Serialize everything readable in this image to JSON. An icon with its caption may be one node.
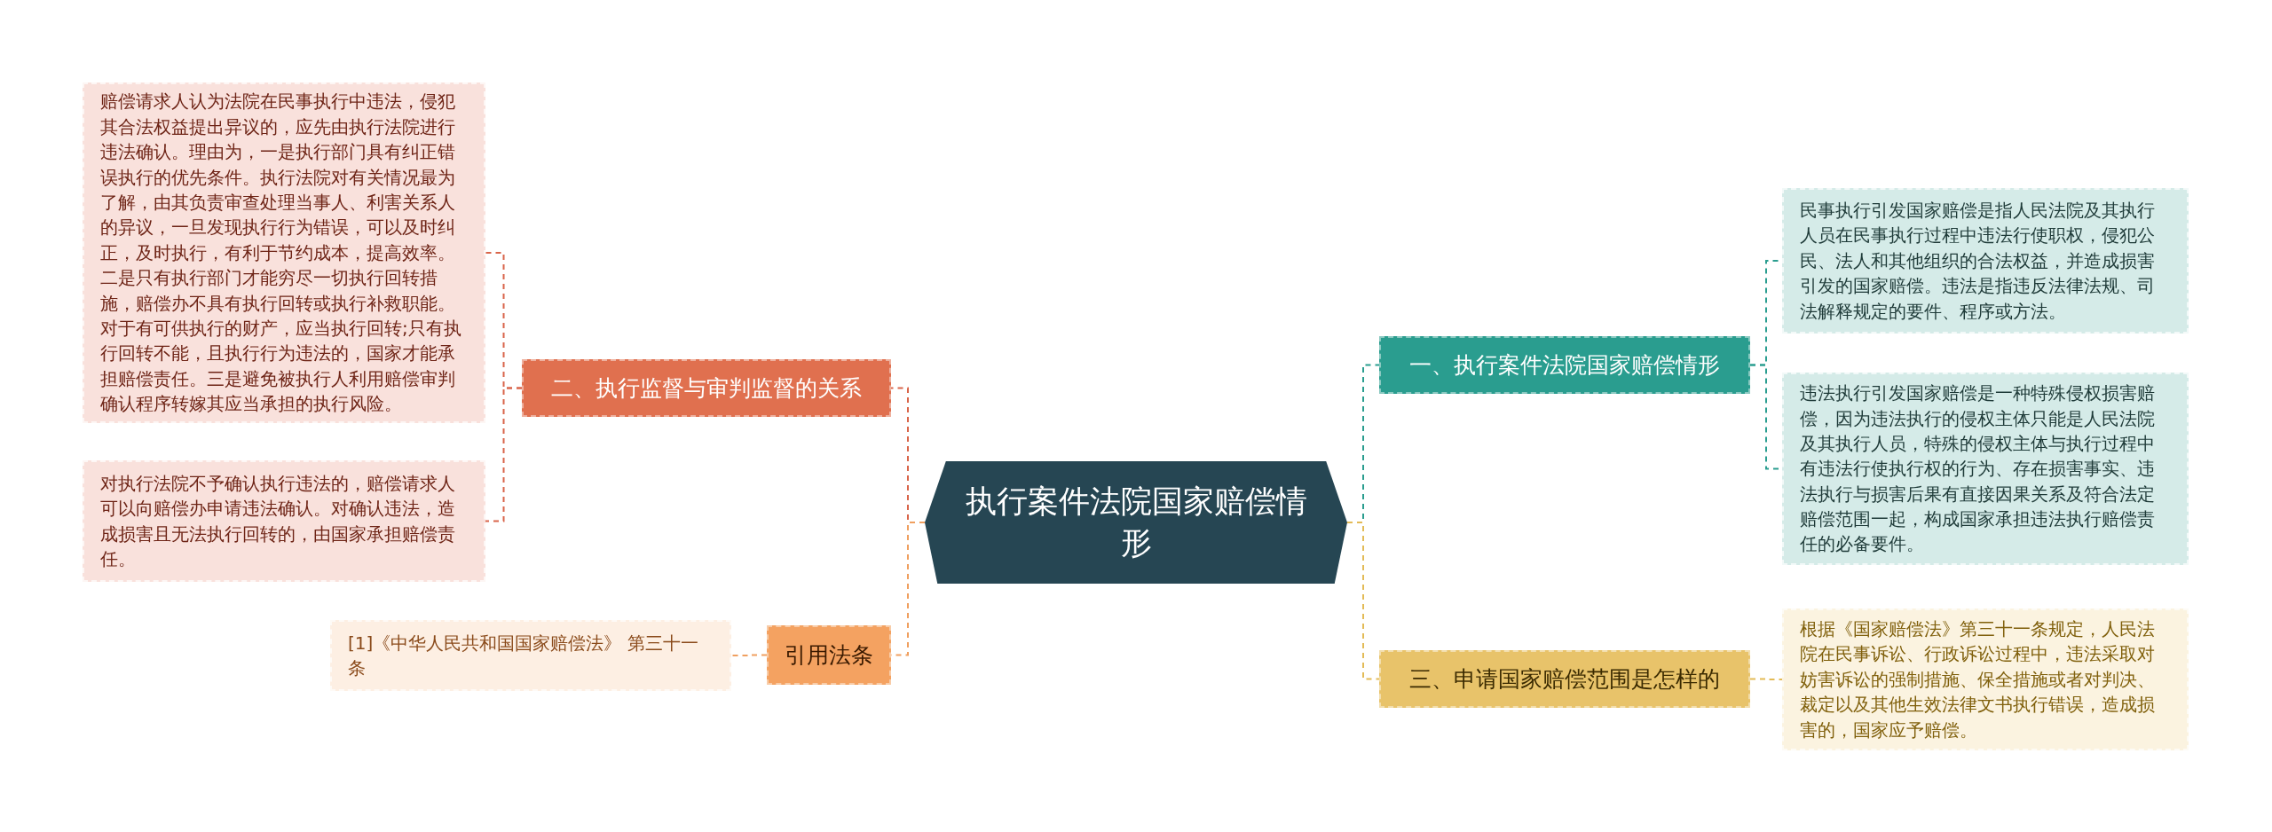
{
  "diagram": {
    "nodes": [
      {
        "text": [
          "执行案件法院国家赔偿情形"
        ]
      },
      {
        "text": [
          "一、执行案件法院国家赔偿情形"
        ]
      },
      {
        "text": [
          "民事执行引发国家赔偿是指人民法院及其执行人员在民事执行过程中违法行使职权，侵犯公民、法人和其他组织的合法权益，并造成损害引发的国家赔偿。违法是指违反法律法规、司法解释规定的要件、程序或方法。"
        ]
      },
      {
        "text": [
          "违法执行引发国家赔偿是一种特殊侵权损害赔偿，因为违法执行的侵权主体只能是人民法院及其执行人员，特殊的侵权主体与执行过程中有违法行使执行权的行为、存在损害事实、违法执行与损害后果有直接因果关系及符合法定赔偿范围一起，构成国家承担违法执行赔偿责任的必备要件。"
        ]
      },
      {
        "text": [
          "二、执行监督与审判监督的关系"
        ]
      },
      {
        "text": [
          "赔偿请求人认为法院在民事执行中违法，侵犯其合法权益提出异议的，应先由执行法院进行违法确认。理由为，一是执行部门具有纠正错误执行的优先条件。执行法院对有关情况最为了解，由其负责审查处理当事人、利害关系人的异议，一旦发现执行行为错误，可以及时纠正，及时执行，有利于节约成本，提高效率。二是只有执行部门才能穷尽一切执行回转措施，赔偿办不具有执行回转或执行补救职能。对于有可供执行的财产，应当执行回转;只有执行回转不能，且执行行为违法的，国家才能承担赔偿责任。三是避免被执行人利用赔偿审判确认程序转嫁其应当承担的执行风险。"
        ]
      },
      {
        "text": [
          "对执行法院不予确认执行违法的，赔偿请求人可以向赔偿办申请违法确认。对确认违法，造成损害且无法执行回转的，由国家承担赔偿责任。"
        ]
      },
      {
        "text": [
          "三、申请国家赔偿范围是怎样的"
        ]
      },
      {
        "text": [
          "根据《国家赔偿法》第三十一条规定，人民法院在民事诉讼、行政诉讼过程中，违法采取对妨害诉讼的强制措施、保全措施或者对判决、裁定以及其他生效法律文书执行错误，造成损害的，国家应予赔偿。"
        ]
      },
      {
        "text": [
          "引用法条"
        ]
      },
      {
        "text": [
          "[1]《中华人民共和国国家赔偿法》 第三十一条"
        ]
      }
    ],
    "edges": [
      {
        "from": 0,
        "to": 1,
        "arrow": "none",
        "style": "dashed",
        "color": "#2a9d8f"
      },
      {
        "from": 1,
        "to": 2,
        "arrow": "none",
        "style": "dashed",
        "color": "#2a9d8f"
      },
      {
        "from": 1,
        "to": 3,
        "arrow": "none",
        "style": "dashed",
        "color": "#2a9d8f"
      },
      {
        "from": 0,
        "to": 4,
        "arrow": "none",
        "style": "dashed",
        "color": "#d9654a"
      },
      {
        "from": 4,
        "to": 5,
        "arrow": "none",
        "style": "dashed",
        "color": "#d9654a"
      },
      {
        "from": 4,
        "to": 6,
        "arrow": "none",
        "style": "dashed",
        "color": "#d9654a"
      },
      {
        "from": 0,
        "to": 7,
        "arrow": "none",
        "style": "dashed",
        "color": "#e3bb57"
      },
      {
        "from": 7,
        "to": 8,
        "arrow": "none",
        "style": "dashed",
        "color": "#e3bb57"
      },
      {
        "from": 0,
        "to": 9,
        "arrow": "none",
        "style": "dashed",
        "color": "#f0a060"
      },
      {
        "from": 9,
        "to": 10,
        "arrow": "none",
        "style": "dashed",
        "color": "#f0a060"
      }
    ]
  }
}
